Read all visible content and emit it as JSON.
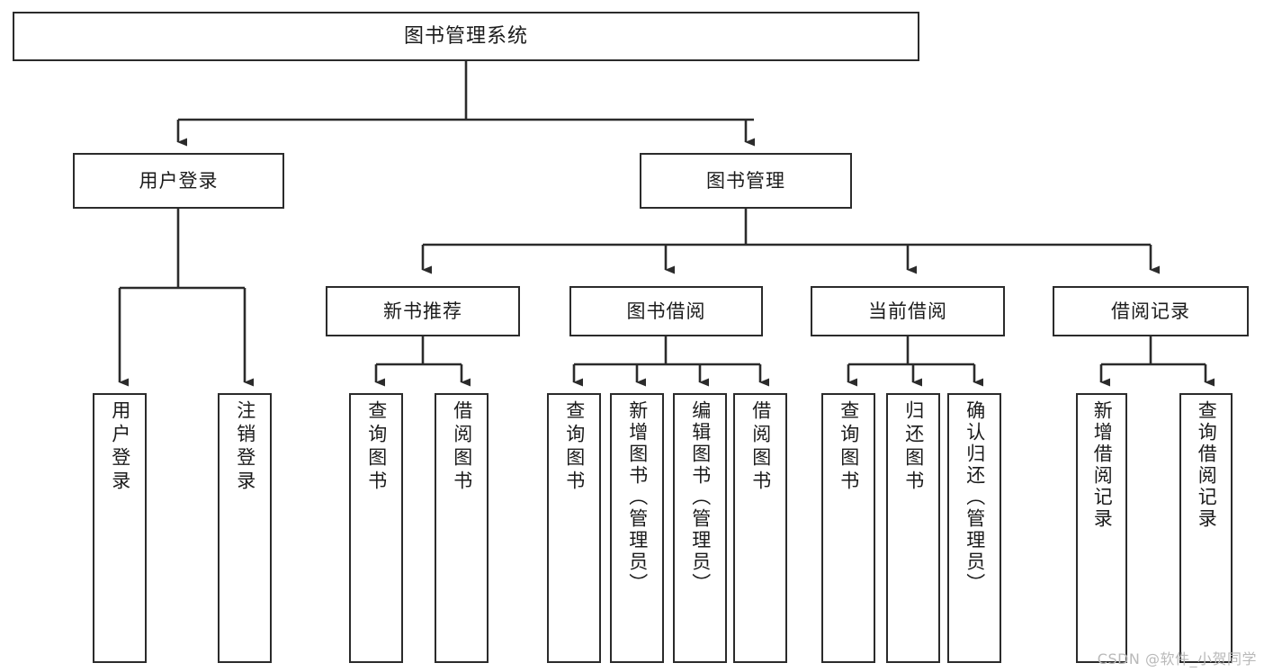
{
  "diagram": {
    "type": "tree-hierarchy",
    "title": "图书管理系统",
    "orientation": "top-down",
    "colors": {
      "box_border": "#2b2b2b",
      "box_fill": "#ffffff",
      "connector": "#2b2b2b",
      "text": "#1b1b1b",
      "watermark": "#b9b9b9",
      "background": "#ffffff"
    },
    "nodes": {
      "root": {
        "id": "root",
        "label": "图书管理系统",
        "level": 1
      },
      "level2": [
        {
          "id": "user-login",
          "label": "用户登录",
          "level": 2
        },
        {
          "id": "book-management",
          "label": "图书管理",
          "level": 2
        }
      ],
      "level3": [
        {
          "id": "new-book-recommend",
          "label": "新书推荐",
          "level": 3,
          "parent": "book-management"
        },
        {
          "id": "book-borrow",
          "label": "图书借阅",
          "level": 3,
          "parent": "book-management"
        },
        {
          "id": "current-borrow",
          "label": "当前借阅",
          "level": 3,
          "parent": "book-management"
        },
        {
          "id": "borrow-record",
          "label": "借阅记录",
          "level": 3,
          "parent": "book-management"
        }
      ],
      "leaves": [
        {
          "id": "leaf-user-login",
          "label": "用户登录",
          "parent": "user-login"
        },
        {
          "id": "leaf-logout-login",
          "label": "注销登录",
          "parent": "user-login"
        },
        {
          "id": "leaf-query-book-1",
          "label": "查询图书",
          "parent": "new-book-recommend"
        },
        {
          "id": "leaf-borrow-book-1",
          "label": "借阅图书",
          "parent": "new-book-recommend"
        },
        {
          "id": "leaf-query-book-2",
          "label": "查询图书",
          "parent": "book-borrow"
        },
        {
          "id": "leaf-add-book",
          "label": "新增图书（管理员）",
          "parent": "book-borrow"
        },
        {
          "id": "leaf-edit-book",
          "label": "编辑图书（管理员）",
          "parent": "book-borrow"
        },
        {
          "id": "leaf-borrow-book-2",
          "label": "借阅图书",
          "parent": "book-borrow"
        },
        {
          "id": "leaf-query-book-3",
          "label": "查询图书",
          "parent": "current-borrow"
        },
        {
          "id": "leaf-return-book",
          "label": "归还图书",
          "parent": "current-borrow"
        },
        {
          "id": "leaf-confirm-return",
          "label": "确认归还（管理员）",
          "parent": "current-borrow"
        },
        {
          "id": "leaf-add-record",
          "label": "新增借阅记录",
          "parent": "borrow-record"
        },
        {
          "id": "leaf-query-record",
          "label": "查询借阅记录",
          "parent": "borrow-record"
        }
      ]
    },
    "watermark": "CSDN @软件_小贺同学"
  }
}
